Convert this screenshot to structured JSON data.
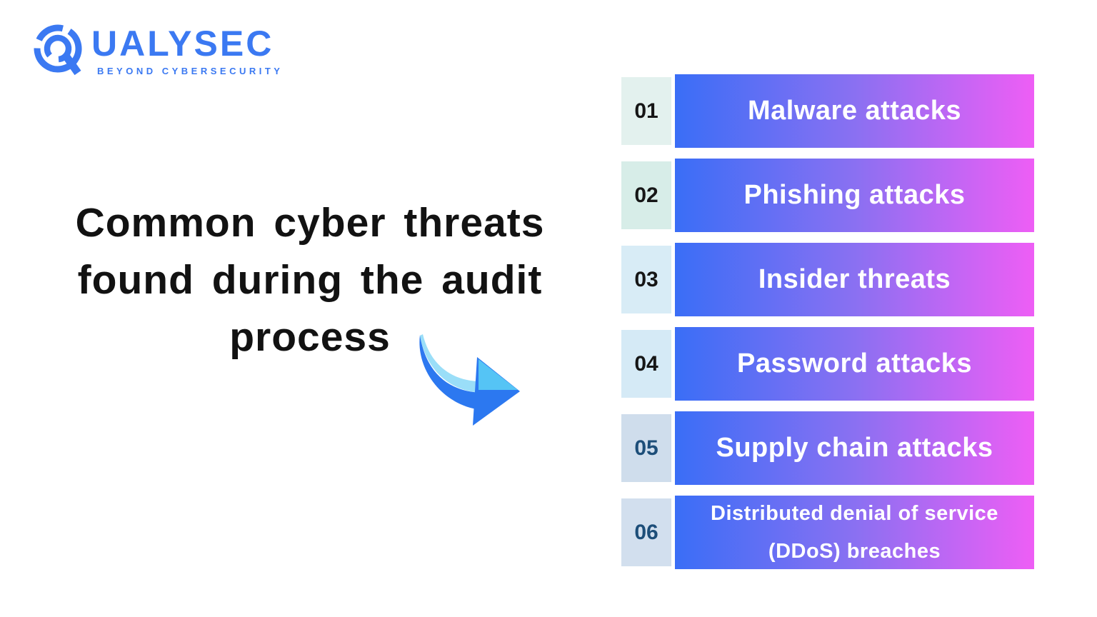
{
  "logo": {
    "brand": "QUALYSEC",
    "wordmark_rest": "UALYSEC",
    "tagline": "BEYOND CYBERSECURITY",
    "brand_color": "#3b79f2"
  },
  "title": {
    "text": "Common cyber threats found during the audit process",
    "lines": [
      "Common cyber threats",
      "found during the audit",
      "process"
    ]
  },
  "threats": [
    {
      "number": "01",
      "label": "Malware attacks",
      "number_bg": "#e3f1ee",
      "number_color": "#161616"
    },
    {
      "number": "02",
      "label": "Phishing attacks",
      "number_bg": "#d7ede8",
      "number_color": "#161616"
    },
    {
      "number": "03",
      "label": "Insider threats",
      "number_bg": "#d8ecf6",
      "number_color": "#161616"
    },
    {
      "number": "04",
      "label": "Password attacks",
      "number_bg": "#d5eaf6",
      "number_color": "#161616"
    },
    {
      "number": "05",
      "label": "Supply chain attacks",
      "number_bg": "#cfddec",
      "number_color": "#1d4e79"
    },
    {
      "number": "06",
      "label": "Distributed denial of service (DDoS) breaches",
      "number_bg": "#d2dfee",
      "number_color": "#1d4e79"
    }
  ],
  "colors": {
    "background": "#ffffff",
    "title_color": "#121212",
    "bar_gradient_start": "#3a6ef6",
    "bar_gradient_mid": "#8a70f2",
    "bar_gradient_end": "#ee5ef5",
    "bar_text": "#ffffff",
    "arrow_blue": "#2c78f0",
    "arrow_light_band": "#9adef8",
    "arrow_light_head": "#55c4f5"
  }
}
